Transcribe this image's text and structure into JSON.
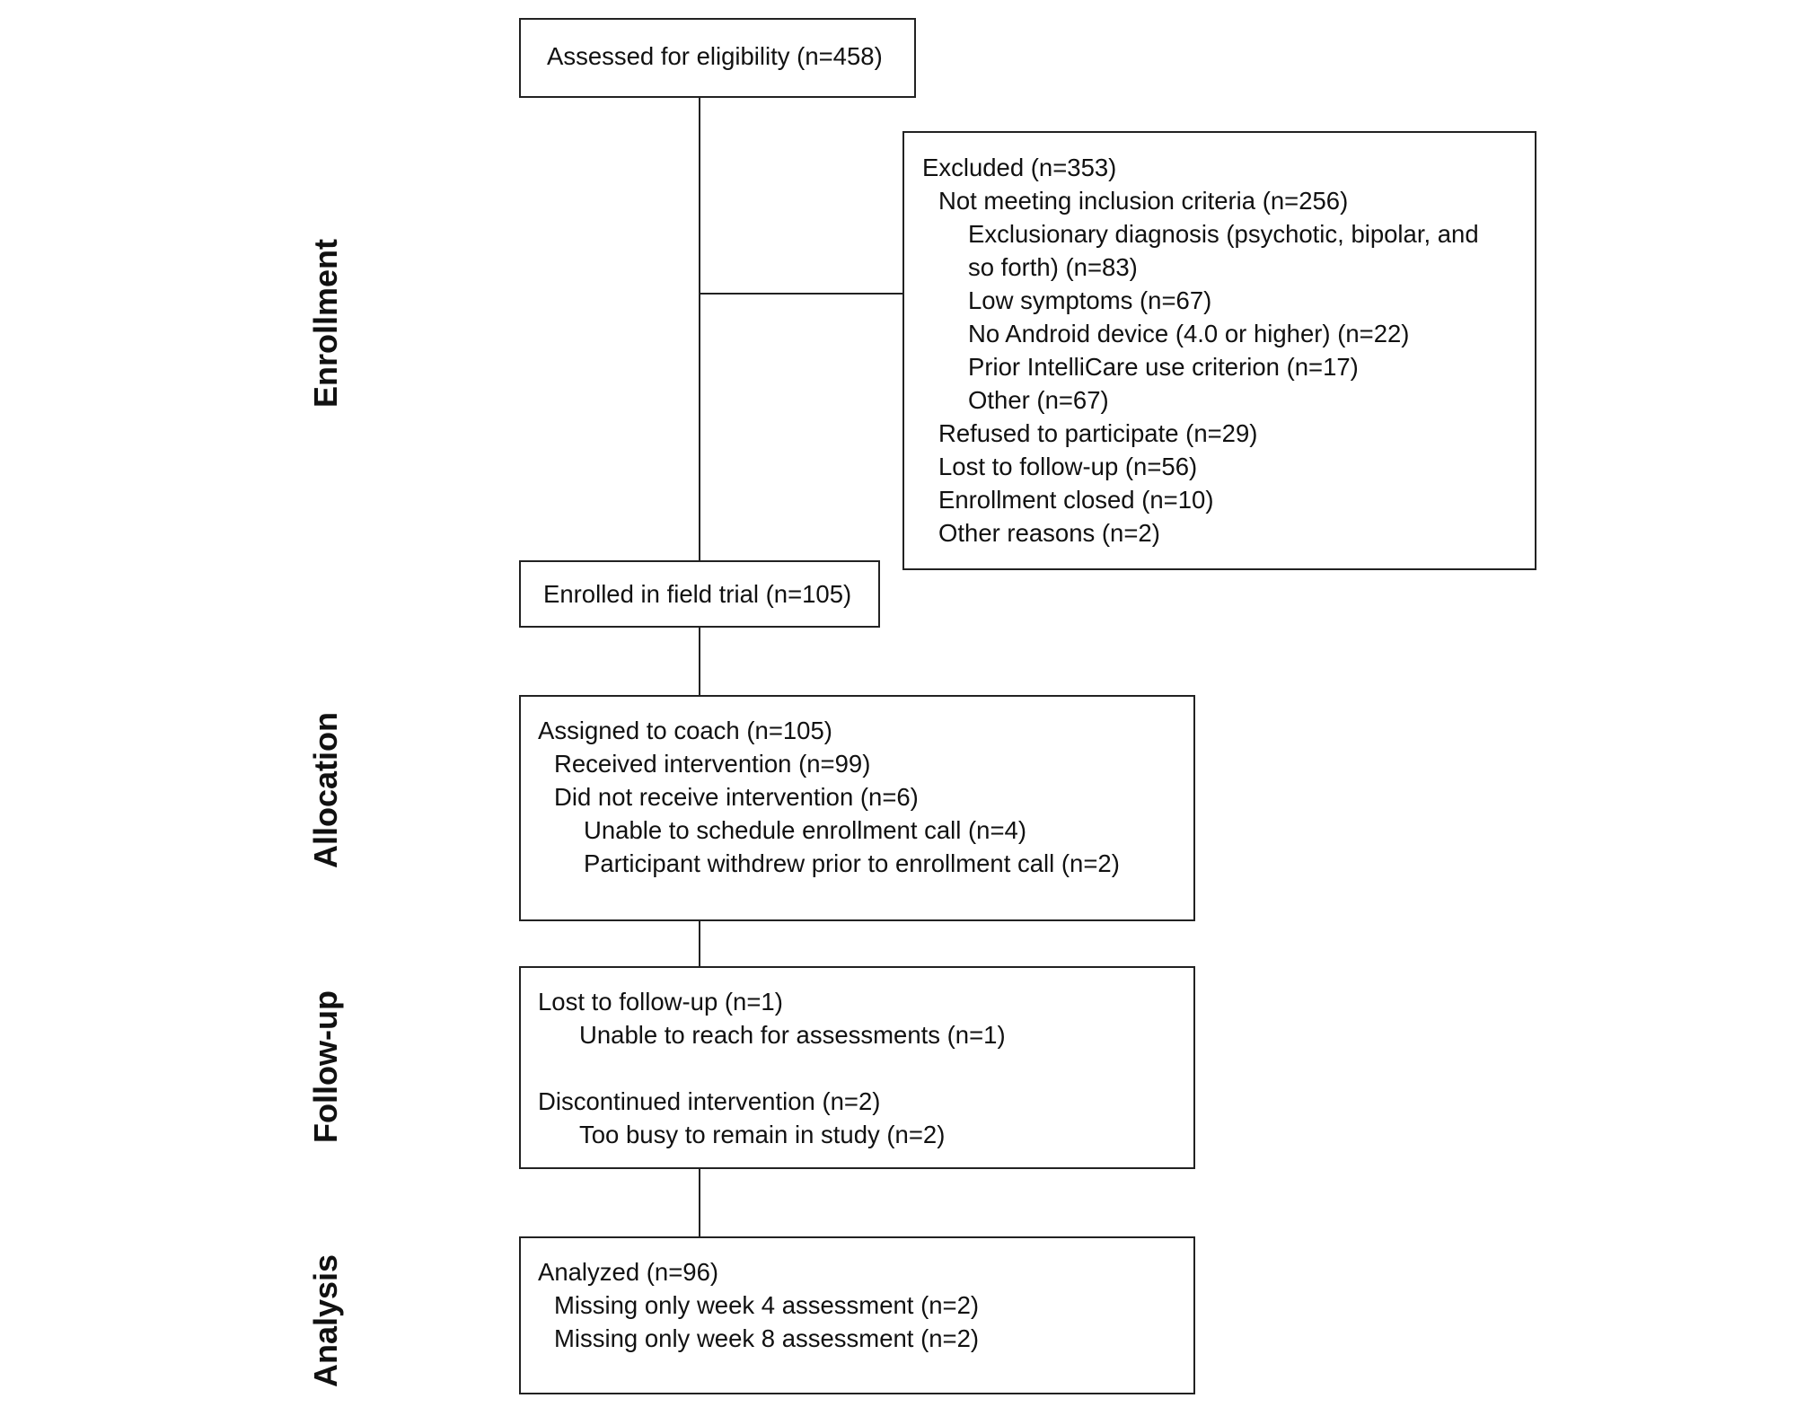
{
  "stages": {
    "enrollment": "Enrollment",
    "allocation": "Allocation",
    "follow_up": "Follow-up",
    "analysis": "Analysis"
  },
  "boxes": {
    "assessed": "Assessed for eligibility (n=458)",
    "excluded": {
      "title": "Excluded (n=353)",
      "not_meeting": "Not meeting inclusion criteria (n=256)",
      "exclusionary_line1": "Exclusionary diagnosis (psychotic, bipolar, and",
      "exclusionary_line2": "so forth) (n=83)",
      "low_symptoms": "Low symptoms (n=67)",
      "no_android": "No Android device (4.0 or higher) (n=22)",
      "prior_intellicare": "Prior IntelliCare use criterion (n=17)",
      "other": "Other (n=67)",
      "refused": "Refused to participate (n=29)",
      "lost": "Lost to follow-up (n=56)",
      "enrollment_closed": "Enrollment closed (n=10)",
      "other_reasons": "Other reasons (n=2)"
    },
    "enrolled": "Enrolled in field trial (n=105)",
    "allocation": {
      "assigned": "Assigned to coach (n=105)",
      "received": "Received intervention (n=99)",
      "did_not_receive": "Did not receive intervention (n=6)",
      "unable_schedule": "Unable to schedule enrollment call (n=4)",
      "withdrew": "Participant withdrew prior to enrollment call (n=2)"
    },
    "followup": {
      "lost": "Lost to follow-up (n=1)",
      "unable_reach": "Unable to reach for assessments (n=1)",
      "discontinued": "Discontinued intervention (n=2)",
      "too_busy": "Too busy to remain in study (n=2)"
    },
    "analysis": {
      "analyzed": "Analyzed (n=96)",
      "missing_w4": "Missing only week 4 assessment (n=2)",
      "missing_w8": "Missing only week 8 assessment (n=2)"
    }
  }
}
